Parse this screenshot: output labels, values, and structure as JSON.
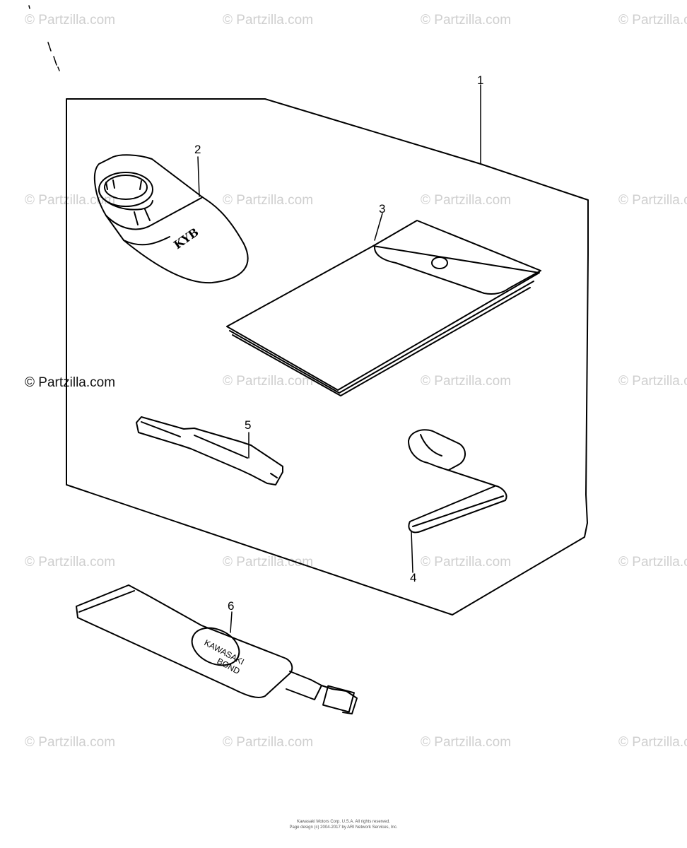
{
  "watermark": {
    "text": "© Partzilla.com",
    "strong_text": "© Partzilla.com"
  },
  "callouts": [
    "1",
    "2",
    "3",
    "4",
    "5",
    "6"
  ],
  "tube_label": {
    "line1": "KAWASAKI",
    "line2": "BOND"
  },
  "pouch_label": "KYB",
  "footer": {
    "line1": "Kawasaki Motors Corp. U.S.A. All rights reserved.",
    "line2": "Page design (c) 2004-2017 by ARI Network Services, Inc."
  }
}
